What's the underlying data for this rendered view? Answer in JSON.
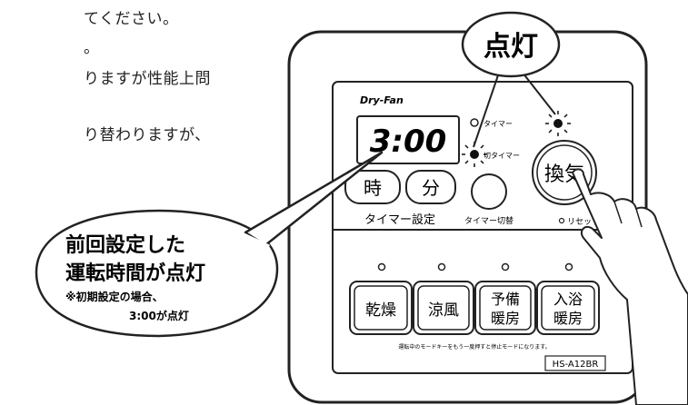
{
  "instructions": [
    "てください。",
    "。",
    "りますが性能上問",
    "り替わりますが、"
  ],
  "callout_top": "点灯",
  "panel": {
    "brand": "Dry-Fan",
    "display": "3:00",
    "timer_on_label": "タイマー",
    "timer_off_label": "切タイマー",
    "hour_button": "時",
    "minute_button": "分",
    "timer_setting_label": "タイマー設定",
    "timer_switch_label": "タイマー切替",
    "ventilate_button": "換気",
    "reset_label": "リセット",
    "mode_buttons": [
      {
        "line1": "乾燥",
        "line2": ""
      },
      {
        "line1": "涼風",
        "line2": ""
      },
      {
        "line1": "予備",
        "line2": "暖房"
      },
      {
        "line1": "入浴",
        "line2": "暖房"
      }
    ],
    "footnote": "運転中のモードキーをもう一度押すと停止モードになります。",
    "model": "HS-A12BR"
  },
  "callout_left": {
    "line1": "前回設定した",
    "line2": "運転時間が点灯",
    "note1": "※初期設定の場合、",
    "note2": "3:00が点灯"
  }
}
